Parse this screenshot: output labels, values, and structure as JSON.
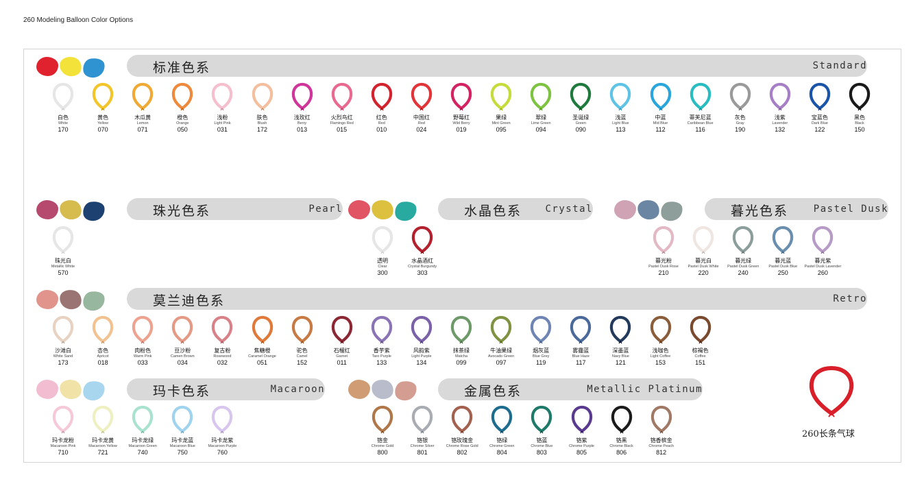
{
  "page_title": "260 Modeling Balloon Color Options",
  "big_balloon": {
    "label": "260长条气球",
    "color": "#d91f2a"
  },
  "groups": [
    {
      "id": "standard",
      "cn": "标准色系",
      "en": "Standard",
      "swatches": [
        "#e0222e",
        "#f3e23a",
        "#2f93d1"
      ],
      "items": [
        {
          "cn": "白色",
          "en": "White",
          "code": "170",
          "color": "#ffffff"
        },
        {
          "cn": "黄色",
          "en": "Yellow",
          "code": "070",
          "color": "#f2c52a"
        },
        {
          "cn": "木瓜黄",
          "en": "Lemon",
          "code": "071",
          "color": "#f0a935"
        },
        {
          "cn": "橙色",
          "en": "Orange",
          "code": "050",
          "color": "#ee8a3d"
        },
        {
          "cn": "浅粉",
          "en": "Light Pink",
          "code": "031",
          "color": "#f5bfce"
        },
        {
          "cn": "肤色",
          "en": "Blush",
          "code": "172",
          "color": "#f3bf9f"
        },
        {
          "cn": "浅玫红",
          "en": "Berry",
          "code": "013",
          "color": "#d0369a"
        },
        {
          "cn": "火烈鸟红",
          "en": "Flamingo Red",
          "code": "015",
          "color": "#e86a90"
        },
        {
          "cn": "红色",
          "en": "Red",
          "code": "010",
          "color": "#d2232e"
        },
        {
          "cn": "中国红",
          "en": "Red",
          "code": "024",
          "color": "#e2353a"
        },
        {
          "cn": "野莓红",
          "en": "Wild Berry",
          "code": "019",
          "color": "#d32362"
        },
        {
          "cn": "果绿",
          "en": "Mint Green",
          "code": "095",
          "color": "#c6dc3c"
        },
        {
          "cn": "翠绿",
          "en": "Lime Green",
          "code": "094",
          "color": "#7ec342"
        },
        {
          "cn": "圣诞绿",
          "en": "Green",
          "code": "090",
          "color": "#1f7a3e"
        },
        {
          "cn": "浅蓝",
          "en": "Light Blue",
          "code": "113",
          "color": "#5fc3e6"
        },
        {
          "cn": "中蓝",
          "en": "Mid Blue",
          "code": "112",
          "color": "#2aa6dc"
        },
        {
          "cn": "蒂芙尼蓝",
          "en": "Caribbean Blue",
          "code": "116",
          "color": "#29bcc0"
        },
        {
          "cn": "灰色",
          "en": "Gray",
          "code": "190",
          "color": "#9a9a9a"
        },
        {
          "cn": "浅紫",
          "en": "Lavender",
          "code": "132",
          "color": "#a77fc6"
        },
        {
          "cn": "宝蓝色",
          "en": "Dark Blue",
          "code": "122",
          "color": "#1b55a8"
        },
        {
          "cn": "黑色",
          "en": "Black",
          "code": "150",
          "color": "#1a1a1a"
        }
      ]
    },
    {
      "id": "pearl",
      "cn": "珠光色系",
      "en": "Pearl",
      "swatches": [
        "#b64a6e",
        "#d6bb4e",
        "#1d4170"
      ],
      "items": [
        {
          "cn": "珠光白",
          "en": "Metallic White",
          "code": "570",
          "color": "#f4f4f4"
        }
      ]
    },
    {
      "id": "crystal",
      "cn": "水晶色系",
      "en": "Crystal",
      "swatches": [
        "#e05463",
        "#dcc03e",
        "#28aaa0"
      ],
      "items": [
        {
          "cn": "透明",
          "en": "Clear",
          "code": "300",
          "color": "#f4f4f4"
        },
        {
          "cn": "水晶酒红",
          "en": "Crystal Burgundy",
          "code": "303",
          "color": "#b3202e"
        }
      ]
    },
    {
      "id": "pastel-dusk",
      "cn": "暮光色系",
      "en": "Pastel Dusk",
      "swatches": [
        "#cfa3b4",
        "#6a86a3",
        "#8e9e9a"
      ],
      "items": [
        {
          "cn": "暮光粉",
          "en": "Pastel Dusk Rose",
          "code": "210",
          "color": "#e2b9c4"
        },
        {
          "cn": "暮光白",
          "en": "Pastel Dusk White",
          "code": "220",
          "color": "#efe6e2"
        },
        {
          "cn": "暮光绿",
          "en": "Pastel Dusk Green",
          "code": "240",
          "color": "#8c9e9b"
        },
        {
          "cn": "暮光蓝",
          "en": "Pastel Dusk Blue",
          "code": "250",
          "color": "#6a8fae"
        },
        {
          "cn": "暮光紫",
          "en": "Pastel Dusk Lavender",
          "code": "260",
          "color": "#b79bc7"
        }
      ]
    },
    {
      "id": "retro",
      "cn": "莫兰迪色系",
      "en": "Retro",
      "swatches": [
        "#e0948b",
        "#9a7472",
        "#97b79e"
      ],
      "items": [
        {
          "cn": "沙滩白",
          "en": "White Sand",
          "code": "173",
          "color": "#e8d2c2"
        },
        {
          "cn": "杏色",
          "en": "Apricot",
          "code": "018",
          "color": "#f2c291"
        },
        {
          "cn": "肉粉色",
          "en": "Warm Pink",
          "code": "033",
          "color": "#eea290"
        },
        {
          "cn": "豆沙粉",
          "en": "Camen Brown",
          "code": "034",
          "color": "#e59a86"
        },
        {
          "cn": "复古粉",
          "en": "Rosewood",
          "code": "032",
          "color": "#d98189"
        },
        {
          "cn": "焦糖橙",
          "en": "Caramel Orange",
          "code": "051",
          "color": "#e07a3b"
        },
        {
          "cn": "驼色",
          "en": "Camel",
          "code": "152",
          "color": "#c87a45"
        },
        {
          "cn": "石榴红",
          "en": "Garnet",
          "code": "011",
          "color": "#8c2734"
        },
        {
          "cn": "香芋紫",
          "en": "Taro Purple",
          "code": "133",
          "color": "#8a74b5"
        },
        {
          "cn": "风韵紫",
          "en": "Light Purple",
          "code": "134",
          "color": "#7b62a8"
        },
        {
          "cn": "抹茶绿",
          "en": "Matcha",
          "code": "099",
          "color": "#6e9a6a"
        },
        {
          "cn": "牛油果绿",
          "en": "Avocado Green",
          "code": "097",
          "color": "#7f9343"
        },
        {
          "cn": "烟灰蓝",
          "en": "Blue Grey",
          "code": "119",
          "color": "#6f86b4"
        },
        {
          "cn": "雾霾蓝",
          "en": "Blue Haze",
          "code": "117",
          "color": "#4b6a9a"
        },
        {
          "cn": "深墨蓝",
          "en": "Navy Blue",
          "code": "121",
          "color": "#223a5c"
        },
        {
          "cn": "浅咖色",
          "en": "Light Coffee",
          "code": "153",
          "color": "#8b5e3b"
        },
        {
          "cn": "棕褐色",
          "en": "Coffee",
          "code": "151",
          "color": "#7a4a2f"
        }
      ]
    },
    {
      "id": "macaroon",
      "cn": "玛卡色系",
      "en": "Macaroon",
      "swatches": [
        "#f2bdd0",
        "#f1e3a8",
        "#a9d6ef"
      ],
      "items": [
        {
          "cn": "玛卡龙粉",
          "en": "Macaroon Pink",
          "code": "710",
          "color": "#f5c9d8"
        },
        {
          "cn": "玛卡龙黄",
          "en": "Macaroon Yellow",
          "code": "721",
          "color": "#eff0c2"
        },
        {
          "cn": "玛卡龙绿",
          "en": "Macaroon Green",
          "code": "740",
          "color": "#a9e3cf"
        },
        {
          "cn": "玛卡龙蓝",
          "en": "Macaroon Blue",
          "code": "750",
          "color": "#9fd3ee"
        },
        {
          "cn": "玛卡龙紫",
          "en": "Macaroon Purple",
          "code": "760",
          "color": "#d8c6ee"
        }
      ]
    },
    {
      "id": "metallic-platinum",
      "cn": "金属色系",
      "en": "Metallic Platinum",
      "swatches": [
        "#cf9c74",
        "#b8bccb",
        "#d49d92"
      ],
      "items": [
        {
          "cn": "铬金",
          "en": "Chrome Gold",
          "code": "800",
          "color": "#b0784a"
        },
        {
          "cn": "铬银",
          "en": "Chrome Silver",
          "code": "801",
          "color": "#a9acb3"
        },
        {
          "cn": "铬玫瑰金",
          "en": "Chrome Rose Gold",
          "code": "802",
          "color": "#a5614f"
        },
        {
          "cn": "铬绿",
          "en": "Chrome Green",
          "code": "804",
          "color": "#1f6d8e"
        },
        {
          "cn": "铬蓝",
          "en": "Chrome Blue",
          "code": "803",
          "color": "#1f7a6a"
        },
        {
          "cn": "铬紫",
          "en": "Chrome Purple",
          "code": "805",
          "color": "#5a3a8e"
        },
        {
          "cn": "铬黑",
          "en": "Chrome Black",
          "code": "806",
          "color": "#1b1b1b"
        },
        {
          "cn": "铬香槟金",
          "en": "Chrome Peach",
          "code": "812",
          "color": "#a07a66"
        }
      ]
    }
  ]
}
